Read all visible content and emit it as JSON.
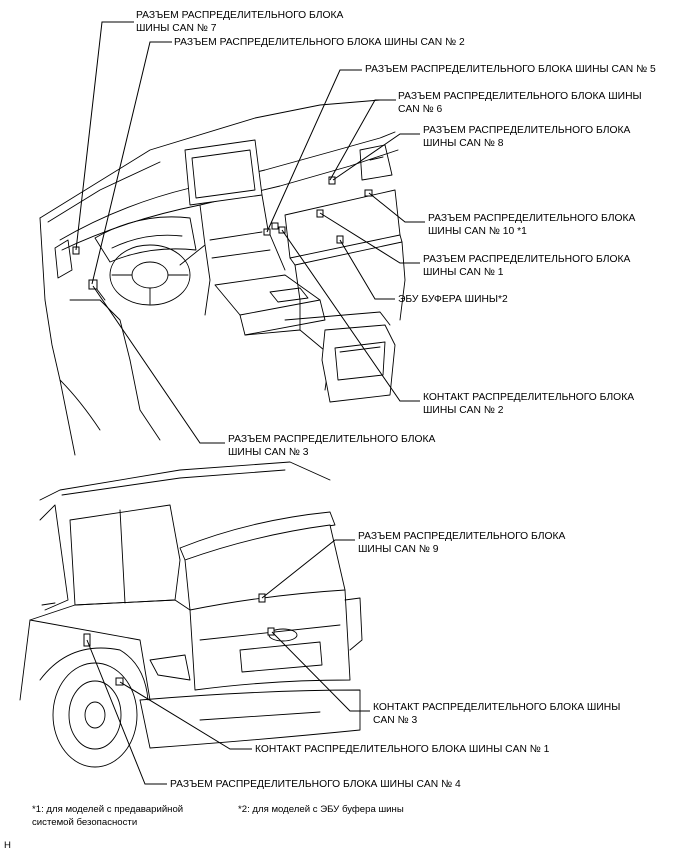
{
  "labels": {
    "can7_l1": "РАЗЪЕМ РАСПРЕДЕЛИТЕЛЬНОГО БЛОКА",
    "can7_l2": "ШИНЫ CAN № 7",
    "can2": "РАЗЪЕМ РАСПРЕДЕЛИТЕЛЬНОГО БЛОКА ШИНЫ CAN № 2",
    "can5": "РАЗЪЕМ РАСПРЕДЕЛИТЕЛЬНОГО БЛОКА ШИНЫ CAN № 5",
    "can6_l1": "РАЗЪЕМ РАСПРЕДЕЛИТЕЛЬНОГО БЛОКА ШИНЫ",
    "can6_l2": "CAN № 6",
    "can8_l1": "РАЗЪЕМ РАСПРЕДЕЛИТЕЛЬНОГО БЛОКА",
    "can8_l2": "ШИНЫ CAN № 8",
    "can10_l1": "РАЗЪЕМ РАСПРЕДЕЛИТЕЛЬНОГО БЛОКА",
    "can10_l2": "ШИНЫ CAN № 10 *1",
    "can1_l1": "РАЗЪЕМ РАСПРЕДЕЛИТЕЛЬНОГО БЛОКА",
    "can1_l2": "ШИНЫ CAN № 1",
    "ecu": "ЭБУ БУФЕРА ШИНЫ*2",
    "contact2_l1": "КОНТАКТ РАСПРЕДЕЛИТЕЛЬНОГО БЛОКА",
    "contact2_l2": "ШИНЫ CAN № 2",
    "can3_l1": "РАЗЪЕМ РАСПРЕДЕЛИТЕЛЬНОГО БЛОКА",
    "can3_l2": "ШИНЫ CAN № 3",
    "can9_l1": "РАЗЪЕМ РАСПРЕДЕЛИТЕЛЬНОГО БЛОКА",
    "can9_l2": "ШИНЫ CAN № 9",
    "contact3_l1": "КОНТАКТ РАСПРЕДЕЛИТЕЛЬНОГО БЛОКА ШИНЫ",
    "contact3_l2": "CAN № 3",
    "contact1": "КОНТАКТ РАСПРЕДЕЛИТЕЛЬНОГО БЛОКА ШИНЫ CAN № 1",
    "can4": "РАЗЪЕМ РАСПРЕДЕЛИТЕЛЬНОГО БЛОКА ШИНЫ CAN № 4"
  },
  "notes": {
    "note1_l1": "*1: для моделей с предаварийной",
    "note1_l2": "системой безопасности",
    "note2": "*2: для моделей с ЭБУ буфера шины"
  },
  "corner_mark": "H"
}
